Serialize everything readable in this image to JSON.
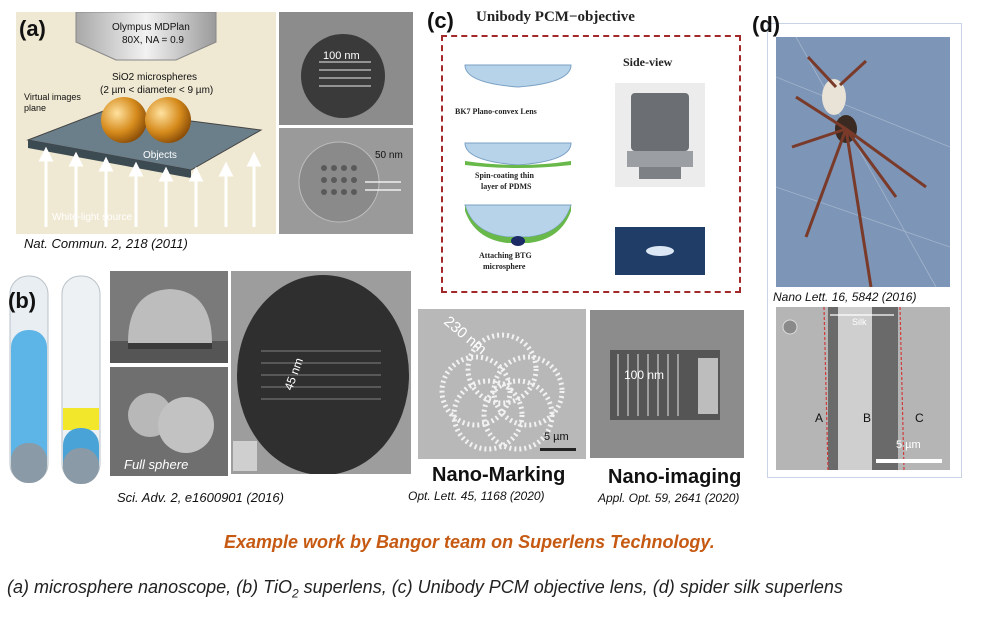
{
  "panel_a": {
    "letter": "(a)",
    "objective_name": "Olympus MDPlan",
    "objective_spec": "80X, NA = 0.9",
    "microsphere_label": "SiO2 microspheres",
    "microsphere_range": "(2 µm < diameter < 9 µm)",
    "virtual_label_1": "Virtual images",
    "virtual_label_2": "plane",
    "objects_label": "Objects",
    "light_label": "White-light source",
    "scale_top": "100 nm",
    "scale_bottom": "50 nm",
    "citation": "Nat. Commun.  2, 218 (2011)"
  },
  "panel_b": {
    "letter": "(b)",
    "caption_full": "Full sphere",
    "scale": "45 nm",
    "citation": "Sci. Adv. 2, e1600901 (2016)"
  },
  "panel_c": {
    "letter": "(c)",
    "title": "Unibody PCM−objective",
    "side_view": "Side-view",
    "step1": "BK7 Plano-convex Lens",
    "step2a": "Spin-coating  thin",
    "step2b": "layer of PDMS",
    "step3a": "Attaching BTG",
    "step3b": "microsphere",
    "marking_scale": "230 nm",
    "marking_bar": "5 µm",
    "imaging_scale": "100 nm",
    "marking_title": "Nano-Marking",
    "marking_citation": "Opt. Lett. 45, 1168 (2020)",
    "imaging_title": "Nano-imaging",
    "imaging_citation": "Appl. Opt. 59, 2641 (2020)"
  },
  "panel_d": {
    "letter": "(d)",
    "citation": "Nano Lett. 16, 5842 (2016)",
    "silk_label": "Silk",
    "label_a": "A",
    "label_b": "B",
    "label_c": "C",
    "scale": "5 µm"
  },
  "footer": {
    "headline": "Example work by Bangor team on Superlens Technology.",
    "caption_pre": "(a) microsphere nanoscope,  (b) TiO",
    "caption_sub": "2",
    "caption_post": " superlens, (c) Unibody PCM objective lens, (d) spider silk superlens"
  },
  "colors": {
    "headline": "#c65a13",
    "frame_c": "#a3282a"
  }
}
